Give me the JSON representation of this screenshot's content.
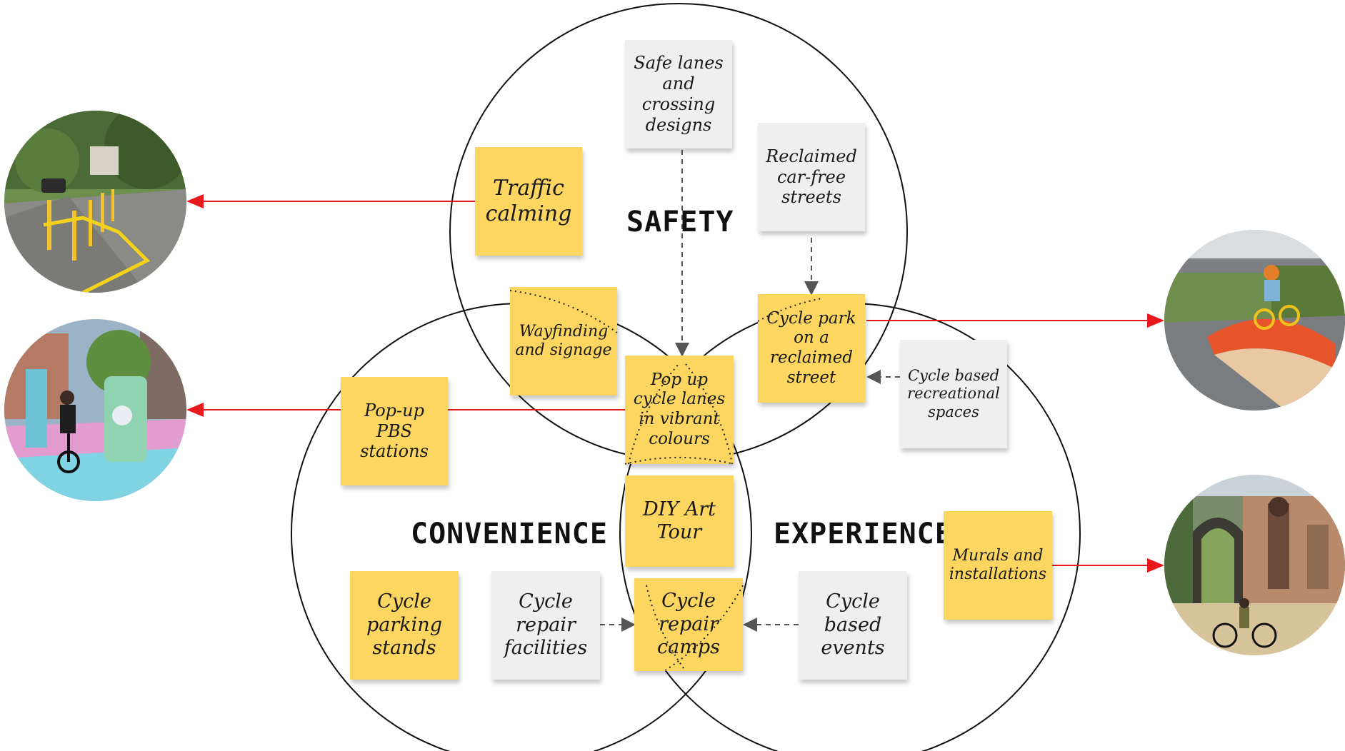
{
  "circles": {
    "safety": "SAFETY",
    "convenience": "CONVENIENCE",
    "experience": "EXPERIENCE"
  },
  "notes": {
    "safe_lanes": "Safe lanes\nand\ncrossing\ndesigns",
    "reclaimed_streets": "Reclaimed\ncar-free\nstreets",
    "traffic_calming": "Traffic\ncalming",
    "wayfinding": "Wayfinding\nand signage",
    "popup_lanes": "Pop up\ncycle lanes\nin vibrant\ncolours",
    "cycle_park": "Cycle park\non a\nreclaimed\nstreet",
    "recreational_spaces": "Cycle based\nrecreational\nspaces",
    "popup_pbs": "Pop-up\nPBS\nstations",
    "diy_art": "DIY Art\nTour",
    "murals": "Murals and\ninstallations",
    "parking_stands": "Cycle\nparking\nstands",
    "repair_facilities": "Cycle\nrepair\nfacilities",
    "repair_camps": "Cycle\nrepair\ncamps",
    "cycle_events": "Cycle\nbased\nevents"
  },
  "photos": {
    "traffic_calming_photo": "street-bollards-photo",
    "pbs_photo": "colourful-plaza-cyclist-photo",
    "cycle_park_photo": "child-cycling-ramp-photo",
    "murals_photo": "mural-wall-cyclist-photo"
  },
  "colors": {
    "yellow_note": "#fcd660",
    "grey_note": "#efefef",
    "connector_red": "#e8181c",
    "dashed_grey": "#555555"
  }
}
